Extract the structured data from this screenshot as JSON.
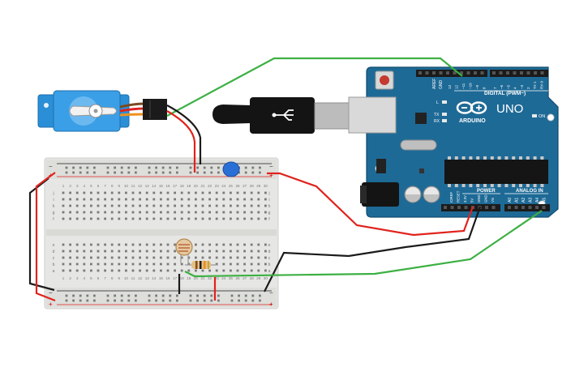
{
  "arduino": {
    "brand": "ARDUINO",
    "model": "UNO",
    "on_label": "ON",
    "digital_label": "DIGITAL (PWM~)",
    "power_label": "POWER",
    "analog_label": "ANALOG IN",
    "aref_label": "AREF",
    "gnd_label": "GND",
    "tx_label": "TX",
    "rx_label": "RX",
    "l_label": "L",
    "digital_pins": [
      "13",
      "12",
      "~11",
      "~10",
      "~9",
      "8",
      "7",
      "~6",
      "~5",
      "4",
      "~3",
      "2",
      "TX 1",
      "RX 0"
    ],
    "power_pins": [
      "IOREF",
      "RESET",
      "3.3V",
      "5V",
      "GND",
      "GND",
      "Vin"
    ],
    "analog_pins": [
      "A0",
      "A1",
      "A2",
      "A3",
      "A4",
      "A5"
    ]
  },
  "breadboard": {
    "column_numbers": [
      "1",
      "2",
      "3",
      "4",
      "5",
      "6",
      "7",
      "8",
      "9",
      "10",
      "11",
      "12",
      "13",
      "14",
      "15",
      "16",
      "17",
      "18",
      "19",
      "20",
      "21",
      "22",
      "23",
      "24",
      "25",
      "26",
      "27",
      "28",
      "29",
      "30"
    ],
    "top_rows": [
      "j",
      "i",
      "h",
      "g",
      "f"
    ],
    "bottom_rows": [
      "e",
      "d",
      "c",
      "b",
      "a"
    ],
    "rail_minus": "−",
    "rail_plus": "+"
  },
  "colors": {
    "board_teal": "#1e6a96",
    "board_dark": "#17567a",
    "wire_red": "#e0231c",
    "wire_green": "#3cb043",
    "wire_black": "#1b1b1b",
    "breadboard": "#e8e8e6",
    "servo_blue": "#2a8fd6",
    "capacitor_blue": "#2a6fd6"
  }
}
